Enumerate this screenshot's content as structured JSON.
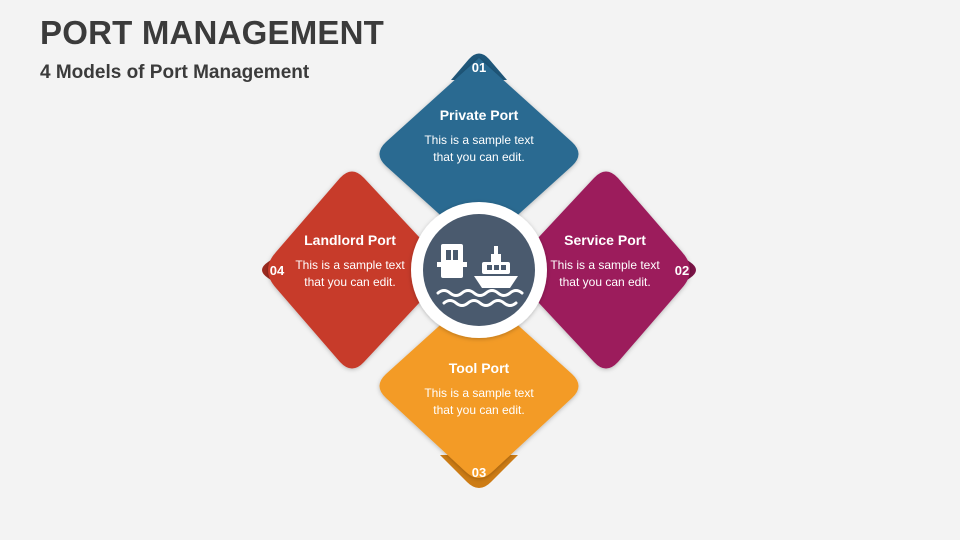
{
  "header": {
    "title": "PORT MANAGEMENT",
    "subtitle": "4 Models of Port Management"
  },
  "models": [
    {
      "number": "01",
      "title": "Private Port",
      "text": "This is a sample text that you can edit.",
      "color": "#2a6b91",
      "tab_color": "#1f577a"
    },
    {
      "number": "02",
      "title": "Service Port",
      "text": "This is a sample text that you can edit.",
      "color": "#9c1a5b",
      "tab_color": "#7a1346"
    },
    {
      "number": "03",
      "title": "Tool Port",
      "text": "This is a sample text that you can edit.",
      "color": "#f39b27",
      "tab_color": "#cd7c15"
    },
    {
      "number": "04",
      "title": "Landlord Port",
      "text": "This is a sample text that you can edit.",
      "color": "#c73b2c",
      "tab_color": "#9c2a1f"
    }
  ],
  "center": {
    "icon": "port-ship-icon",
    "color": "#4a5a6e"
  }
}
